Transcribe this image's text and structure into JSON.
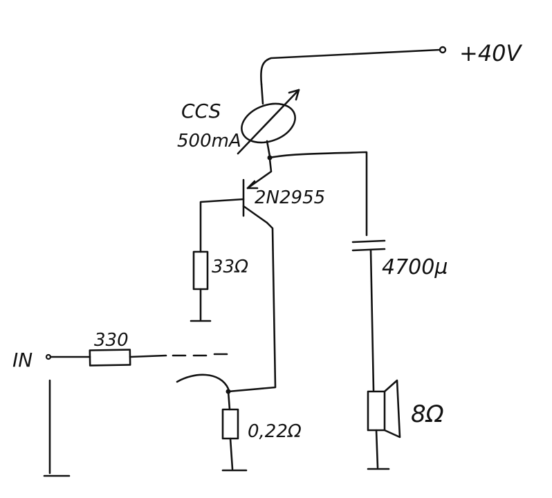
{
  "diagram": {
    "supply": {
      "label": "+40V"
    },
    "current_source": {
      "name": "CCS",
      "value": "500mA"
    },
    "transistor": {
      "label": "2N2955"
    },
    "resistors": {
      "base": {
        "value": "33Ω"
      },
      "input": {
        "value": "330"
      },
      "emitter": {
        "value": "0,22Ω"
      }
    },
    "capacitor": {
      "value": "4700µ"
    },
    "speaker": {
      "value": "8Ω"
    },
    "input": {
      "label": "IN"
    }
  }
}
